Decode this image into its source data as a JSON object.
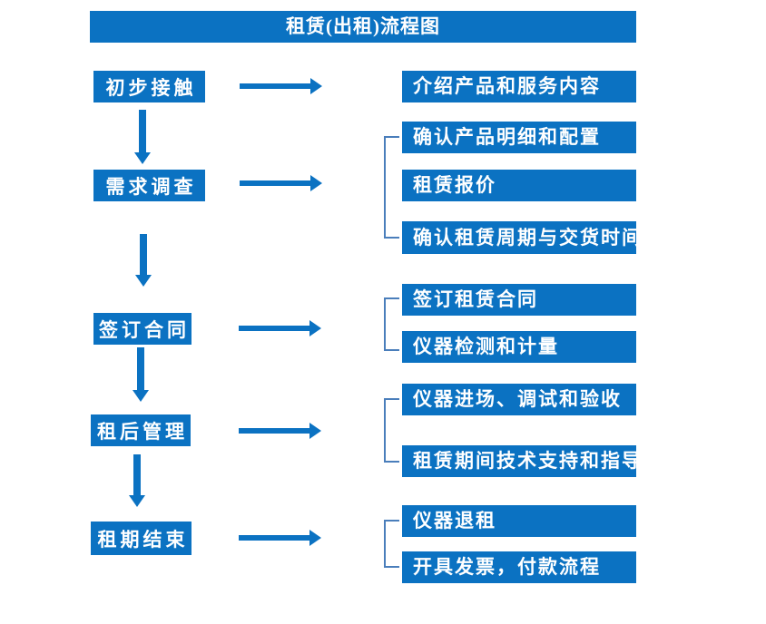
{
  "title": "租赁(出租)流程图",
  "colors": {
    "box-blue": "#0B72C2",
    "arrow-blue": "#0B72C2",
    "bracket-blue": "#4A7EBB",
    "text-white": "#FFFFFF",
    "background": "#FFFFFF"
  },
  "steps": [
    {
      "label": "初步接触",
      "details": [
        "介绍产品和服务内容"
      ]
    },
    {
      "label": "需求调查",
      "details": [
        "确认产品明细和配置",
        "租赁报价",
        "确认租赁周期与交货时间"
      ]
    },
    {
      "label": "签订合同",
      "details": [
        "签订租赁合同",
        "仪器检测和计量"
      ]
    },
    {
      "label": "租后管理",
      "details": [
        "仪器进场、调试和验收",
        "租赁期间技术支持和指导"
      ]
    },
    {
      "label": "租期结束",
      "details": [
        "仪器退租",
        "开具发票，付款流程"
      ]
    }
  ]
}
